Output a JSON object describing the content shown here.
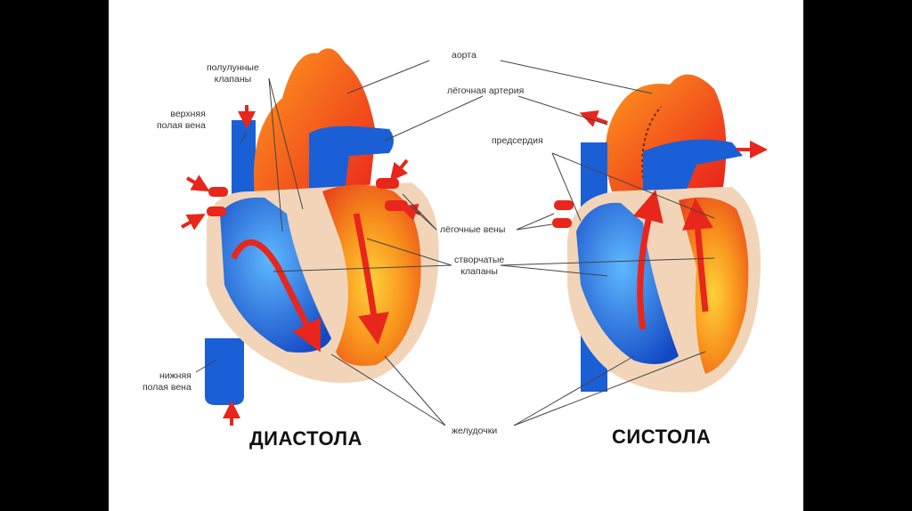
{
  "labels": {
    "aorta": "аорта",
    "pulmonary_artery": "лёгочная артерия",
    "semilunar_valves": "полулунные\nклапаны",
    "superior_vena_cava": "верхняя\nполая вена",
    "atria": "предсердия",
    "pulmonary_veins": "лёгочные вены",
    "cuspid_valves": "створчатые\nклапаны",
    "inferior_vena_cava": "нижняя\nполая вена",
    "ventricles": "желудочки"
  },
  "titles": {
    "diastole": "ДИАСТОЛА",
    "systole": "СИСТОЛА"
  },
  "colors": {
    "venous_blue": "#1a5fd6",
    "arterial_red": "#e8261b",
    "orange": "#f59a1e",
    "myocardium": "#f2d5b8",
    "arrow_red": "#e8261b"
  }
}
